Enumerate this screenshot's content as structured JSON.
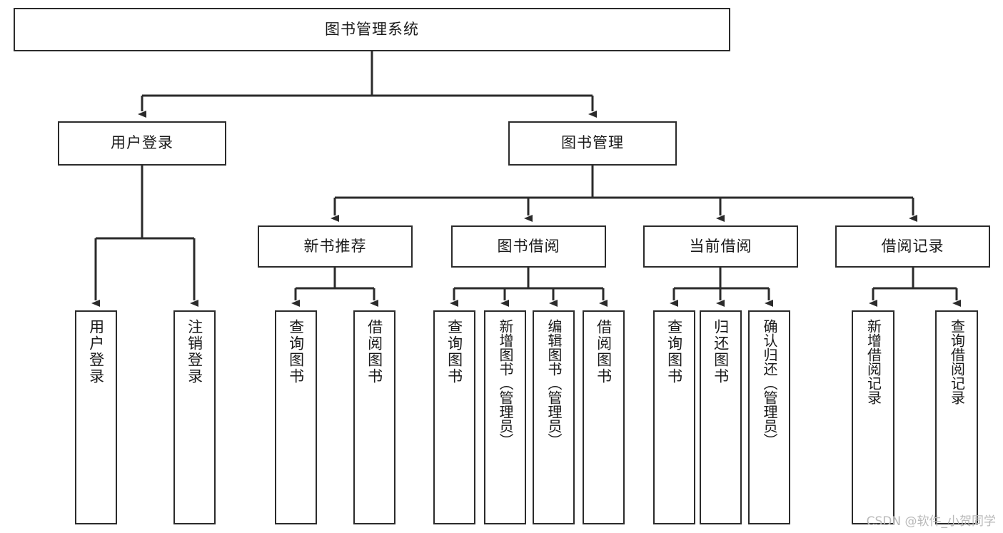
{
  "diagram": {
    "type": "tree-hierarchy",
    "title": "图书管理系统",
    "watermark": "CSDN @软件_小贺同学",
    "colors": {
      "box_border": "#2b2b2b",
      "box_fill": "#ffffff",
      "edge": "#2b2b2b",
      "text": "#1a1a1a",
      "watermark": "#b9b9b9",
      "background": "#ffffff"
    },
    "root": {
      "id": "root",
      "label": "图书管理系统",
      "orientation": "horizontal"
    },
    "level2": [
      {
        "id": "user-login",
        "label": "用户登录",
        "orientation": "horizontal"
      },
      {
        "id": "book-management",
        "label": "图书管理",
        "orientation": "horizontal"
      }
    ],
    "level3": [
      {
        "id": "new-book-recommend",
        "label": "新书推荐",
        "orientation": "horizontal",
        "parent": "book-management"
      },
      {
        "id": "book-borrow",
        "label": "图书借阅",
        "orientation": "horizontal",
        "parent": "book-management"
      },
      {
        "id": "current-borrow",
        "label": "当前借阅",
        "orientation": "horizontal",
        "parent": "book-management"
      },
      {
        "id": "borrow-record",
        "label": "借阅记录",
        "orientation": "horizontal",
        "parent": "book-management"
      }
    ],
    "leaves": [
      {
        "id": "leaf-user-login",
        "label": "用户登录",
        "orientation": "vertical",
        "parent": "user-login"
      },
      {
        "id": "leaf-logout-login",
        "label": "注销登录",
        "orientation": "vertical",
        "parent": "user-login"
      },
      {
        "id": "leaf-query-book-1",
        "label": "查询图书",
        "orientation": "vertical",
        "parent": "new-book-recommend"
      },
      {
        "id": "leaf-borrow-book-1",
        "label": "借阅图书",
        "orientation": "vertical",
        "parent": "new-book-recommend"
      },
      {
        "id": "leaf-query-book-2",
        "label": "查询图书",
        "orientation": "vertical",
        "parent": "book-borrow"
      },
      {
        "id": "leaf-add-book",
        "label": "新增图书（管理员）",
        "orientation": "vertical",
        "parent": "book-borrow"
      },
      {
        "id": "leaf-edit-book",
        "label": "编辑图书（管理员）",
        "orientation": "vertical",
        "parent": "book-borrow"
      },
      {
        "id": "leaf-borrow-book-2",
        "label": "借阅图书",
        "orientation": "vertical",
        "parent": "book-borrow"
      },
      {
        "id": "leaf-query-book-3",
        "label": "查询图书",
        "orientation": "vertical",
        "parent": "current-borrow"
      },
      {
        "id": "leaf-return-book",
        "label": "归还图书",
        "orientation": "vertical",
        "parent": "current-borrow"
      },
      {
        "id": "leaf-confirm-return",
        "label": "确认归还（管理员）",
        "orientation": "vertical",
        "parent": "current-borrow"
      },
      {
        "id": "leaf-add-record",
        "label": "新增借阅记录",
        "orientation": "vertical",
        "parent": "borrow-record"
      },
      {
        "id": "leaf-query-record",
        "label": "查询借阅记录",
        "orientation": "vertical",
        "parent": "borrow-record"
      }
    ]
  }
}
